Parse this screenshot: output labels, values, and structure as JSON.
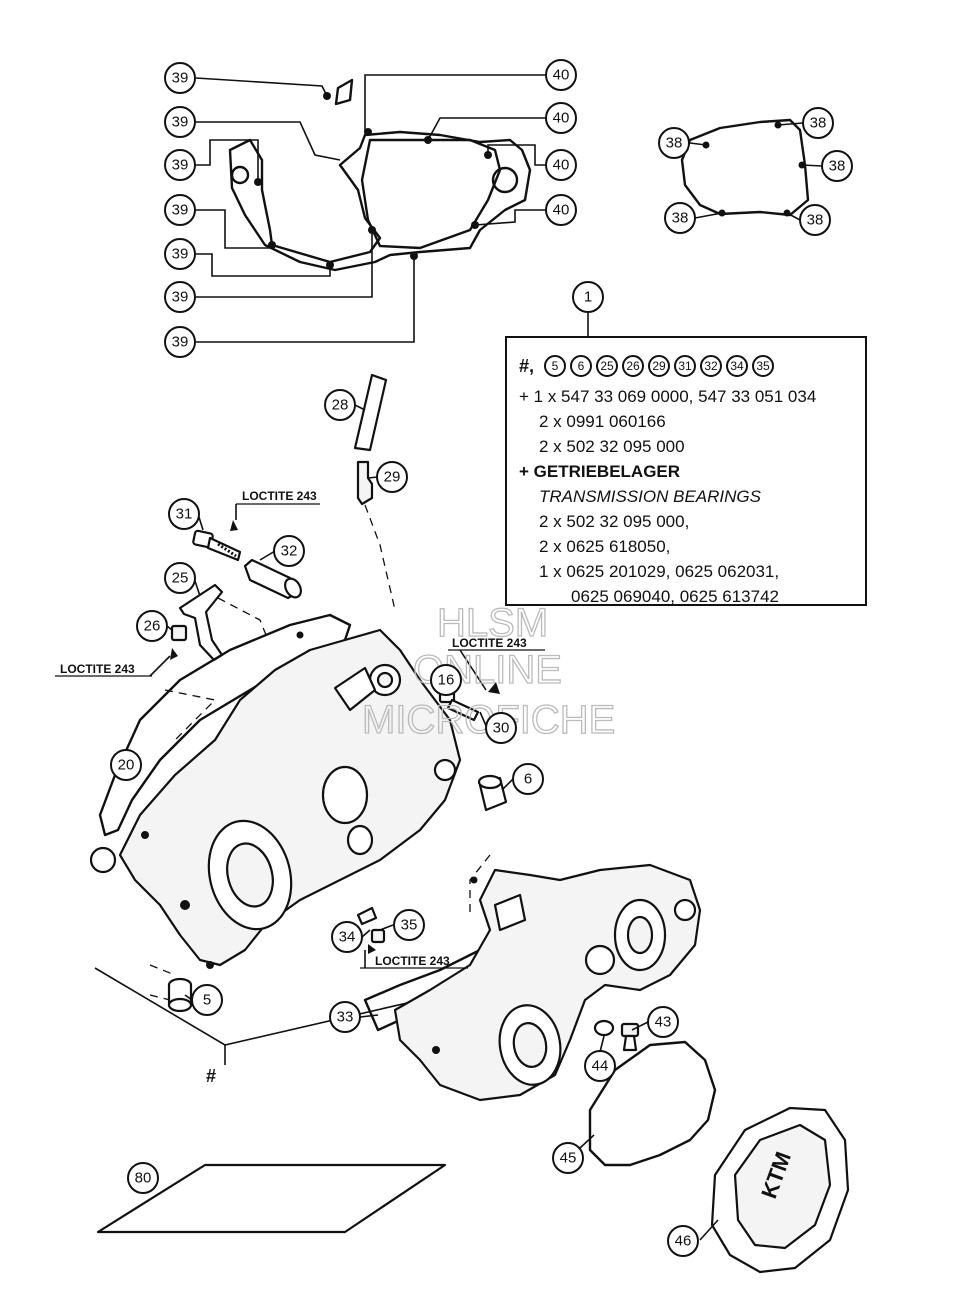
{
  "kit": {
    "hash": "#,",
    "refs": [
      "5",
      "6",
      "25",
      "26",
      "29",
      "31",
      "32",
      "34",
      "35"
    ],
    "lines": [
      "+ 1 x 547 33 069 0000, 547 33 051 034",
      "2 x 0991 060166",
      "2 x 502 32 095 000",
      "+ GETRIEBELAGER",
      "TRANSMISSION BEARINGS",
      "2 x 502 32 095 000,",
      "2 x 0625 618050,",
      "1 x 0625 201029, 0625 062031,",
      "0625 069040, 0625 613742"
    ]
  },
  "callouts": {
    "c1": "1",
    "c39a": "39",
    "c39b": "39",
    "c39c": "39",
    "c39d": "39",
    "c39e": "39",
    "c39f": "39",
    "c39g": "39",
    "c40a": "40",
    "c40b": "40",
    "c40c": "40",
    "c40d": "40",
    "c38a": "38",
    "c38b": "38",
    "c38c": "38",
    "c38d": "38",
    "c28": "28",
    "c29": "29",
    "c31": "31",
    "c32": "32",
    "c25": "25",
    "c26": "26",
    "c16": "16",
    "c30": "30",
    "c20": "20",
    "c6": "6",
    "c34": "34",
    "c35": "35",
    "c5": "5",
    "c33": "33",
    "c43": "43",
    "c44": "44",
    "c45": "45",
    "c46": "46",
    "c80": "80"
  },
  "labels": {
    "loctite_a": "LOCTITE 243",
    "loctite_b": "LOCTITE 243",
    "loctite_c": "LOCTITE 243",
    "loctite_d": "LOCTITE 243",
    "hash_mark": "#"
  },
  "watermark": {
    "line1": "HLSM",
    "line2": "ONLINE",
    "line3": "MICROFICHE"
  }
}
